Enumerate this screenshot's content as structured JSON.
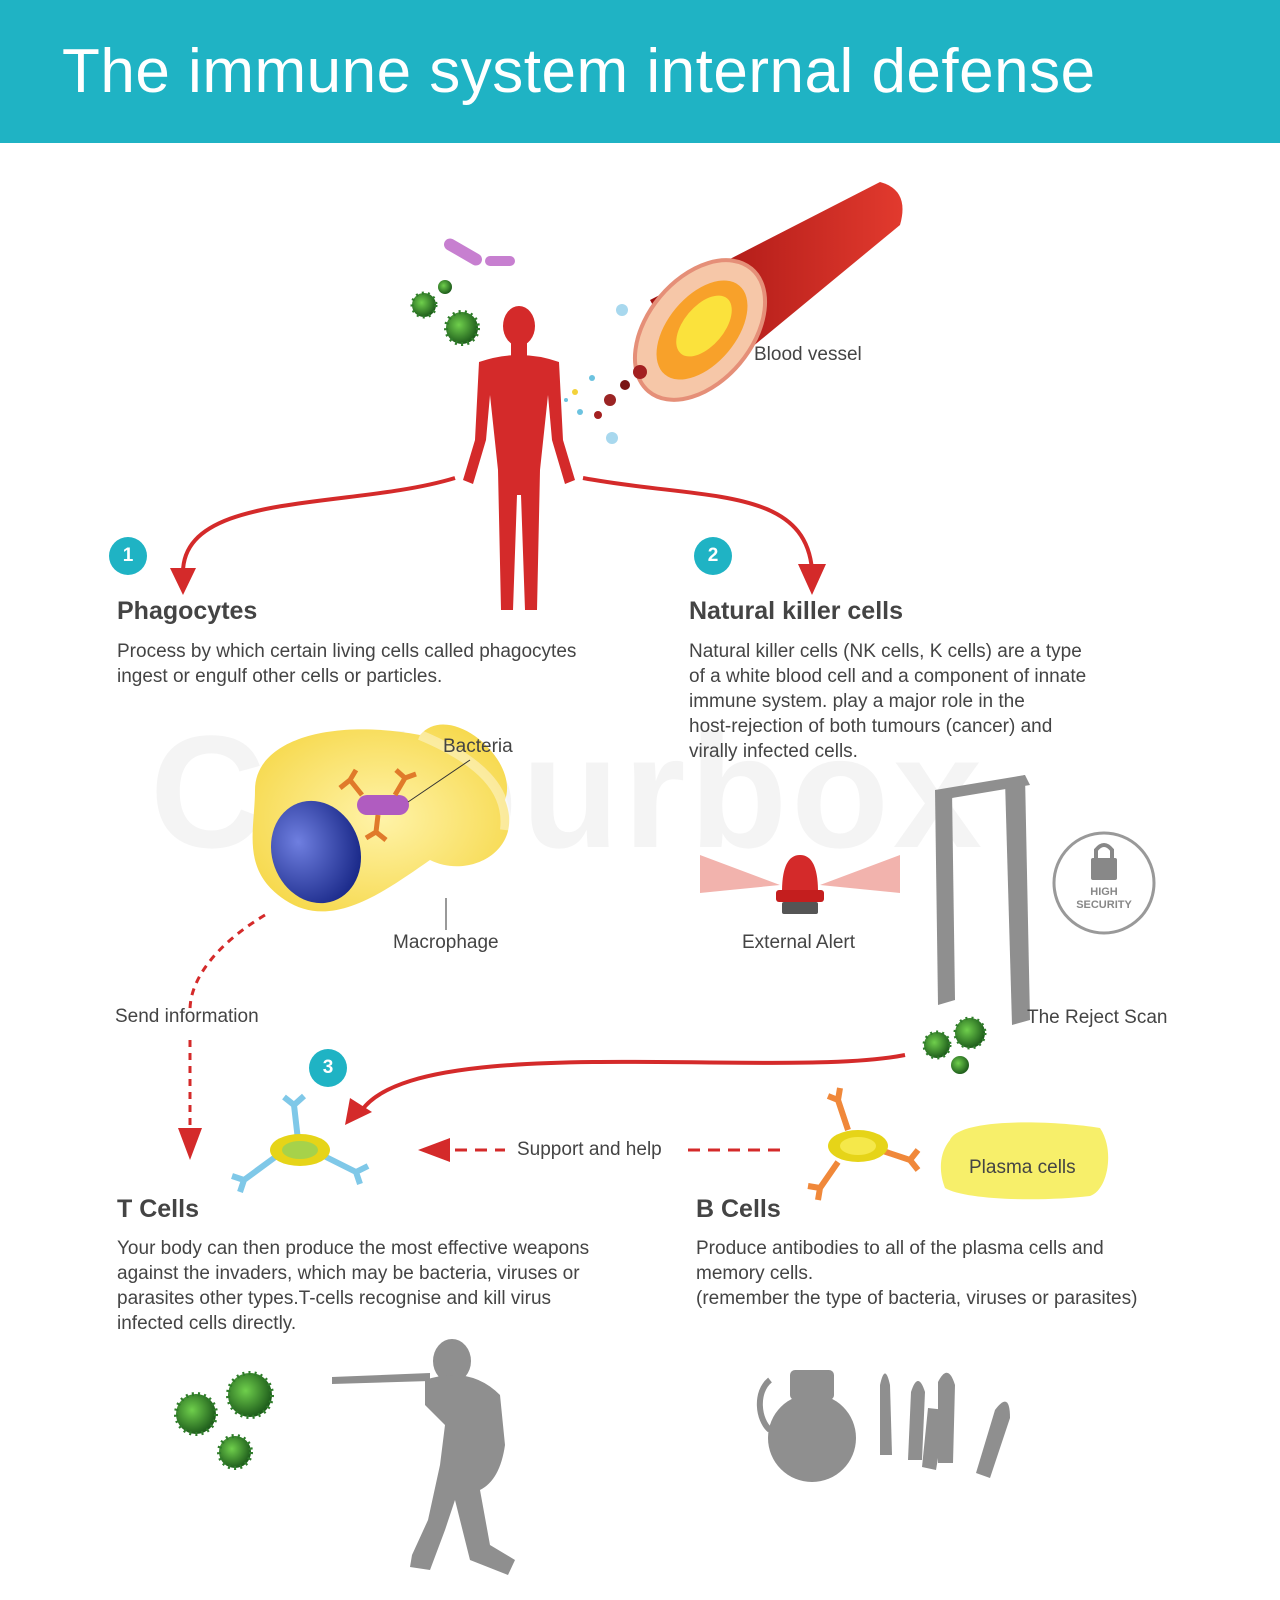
{
  "header": {
    "title": "The immune system internal defense"
  },
  "watermark": "Colourbox",
  "labels": {
    "blood_vessel": "Blood vessel",
    "bacteria": "Bacteria",
    "macrophage": "Macrophage",
    "external_alert": "External Alert",
    "reject_scan": "The Reject Scan",
    "send_information": "Send information",
    "support_and_help": "Support and help",
    "plasma_cells": "Plasma cells",
    "high_security_1": "HIGH",
    "high_security_2": "SECURITY"
  },
  "steps": [
    {
      "number": "1",
      "title": "Phagocytes",
      "lines": [
        "Process by which certain living cells called phagocytes",
        "ingest or engulf other cells or particles."
      ]
    },
    {
      "number": "2",
      "title": "Natural killer cells",
      "lines": [
        "Natural killer cells (NK cells, K cells) are a type",
        "of a white blood cell and a component of innate",
        "immune system. play a major role in the",
        "host-rejection of both tumours (cancer) and",
        "virally infected cells."
      ]
    },
    {
      "number": "3",
      "title": "T Cells",
      "lines": [
        "Your body can then produce the most effective weapons",
        "against the invaders, which may be bacteria, viruses or",
        "parasites other types.T-cells recognise and kill virus",
        "infected cells directly."
      ]
    },
    {
      "title": "B Cells",
      "lines": [
        "Produce antibodies to all of the plasma cells and",
        "memory cells.",
        "(remember the type of  bacteria, viruses or parasites)"
      ]
    }
  ],
  "colors": {
    "teal": "#1fb3c4",
    "red": "#d42a2a",
    "grey": "#8f8f8f",
    "virus_green": "#2f7d2a"
  }
}
